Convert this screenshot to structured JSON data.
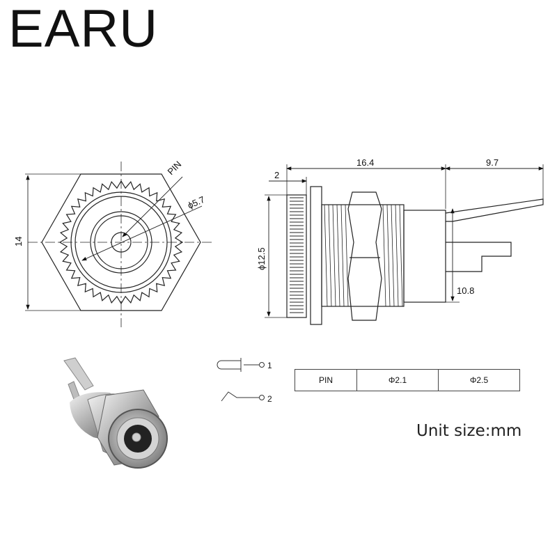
{
  "brand": "EARU",
  "front_view": {
    "height_dim": "14",
    "pin_label": "PIN",
    "inner_dia": "ϕ5.7"
  },
  "side_view": {
    "flange_width": "2",
    "body_length": "16.4",
    "terminal_length": "9.7",
    "thread_dia": "ϕ12.5",
    "terminal_height": "10.8"
  },
  "schematic": {
    "pin1": "1",
    "pin2": "2"
  },
  "pin_table": [
    "PIN",
    "Φ2.1",
    "Φ2.5"
  ],
  "unit_label": "Unit size:mm"
}
